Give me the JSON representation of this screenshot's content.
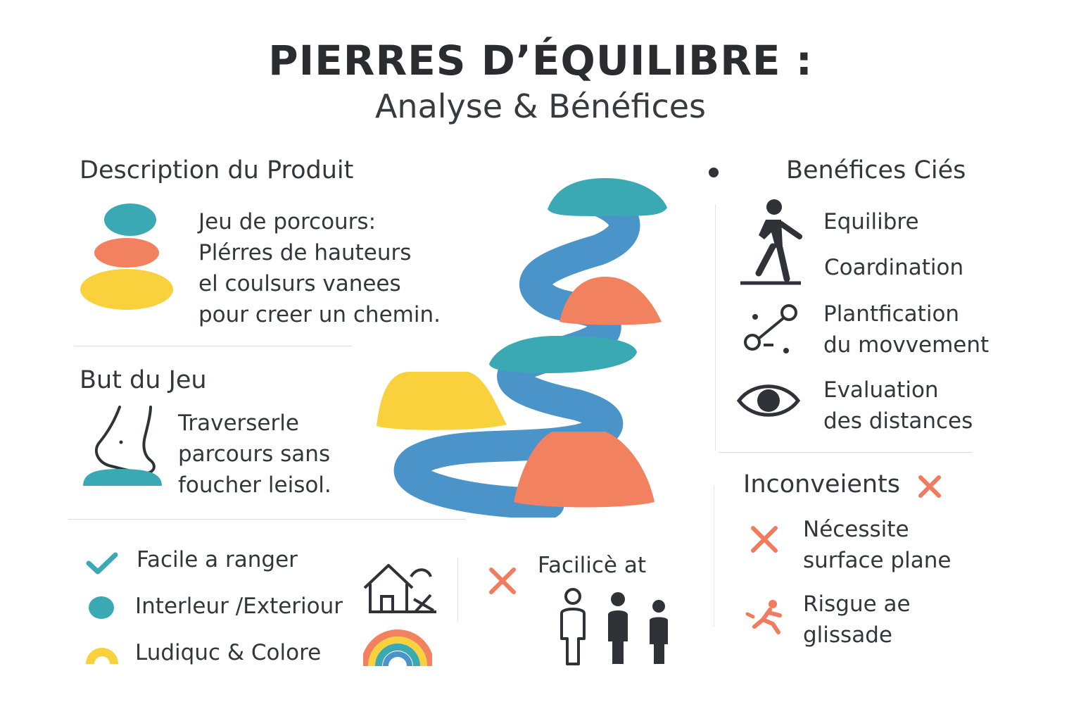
{
  "header": {
    "title": "PIERRES D’ÉQUILIBRE :",
    "subtitle": "Analyse & Bénéfices"
  },
  "description": {
    "heading": "Description du Produit",
    "lines": [
      "Jeu de porcours:",
      "Plérres de hauteurs",
      "el coulsurs vanees",
      "pour creer un chemin."
    ]
  },
  "goal": {
    "heading": "But du Jeu",
    "lines": [
      "Traverserle",
      "parcours sans",
      "foucher leisol."
    ]
  },
  "advantages": {
    "items": [
      {
        "label": "Facile a ranger",
        "icon": "checkmark-icon"
      },
      {
        "label": "Interleur /Exteriour",
        "icon": "teal-dot-icon"
      },
      {
        "label": "Ludiquc & Colore",
        "icon": "yellow-arch-icon"
      }
    ],
    "side_icons": [
      "house-icon",
      "rainbow-icon"
    ]
  },
  "middle_note": {
    "label": "Facilicè at",
    "icon": "cross-icon",
    "figures_icon": "people-icon"
  },
  "benefits": {
    "heading": "Benéfices Ciés",
    "items": [
      {
        "lines": [
          "Equilibre"
        ],
        "icon": "walking-person-icon"
      },
      {
        "lines": [
          "Coardination"
        ],
        "icon": ""
      },
      {
        "lines": [
          "Plantfication",
          "du movvement"
        ],
        "icon": "movement-path-icon"
      },
      {
        "lines": [
          "Evaluation",
          "des distances"
        ],
        "icon": "eye-icon"
      }
    ]
  },
  "drawbacks": {
    "heading": "Inconveients",
    "items": [
      {
        "lines": [
          "Nécessite",
          "surface plane"
        ],
        "icon": "cross-icon"
      },
      {
        "lines": [
          "Risgue ae",
          "glissade"
        ],
        "icon": "slipping-person-icon"
      }
    ]
  },
  "colors": {
    "teal": "#3aa9b4",
    "blue": "#4b94c9",
    "coral": "#f2825f",
    "yellow": "#f9d13d",
    "dark": "#2f3237",
    "cross": "#f07b5e",
    "check": "#3aa9b4"
  }
}
